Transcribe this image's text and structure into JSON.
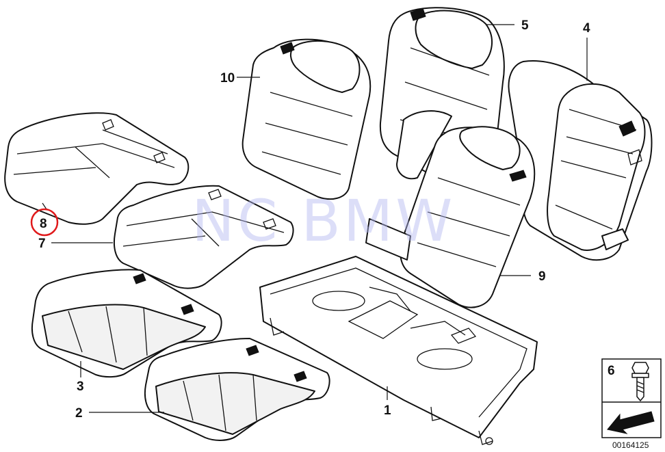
{
  "callouts": {
    "c1": "1",
    "c2": "2",
    "c3": "3",
    "c4": "4",
    "c5": "5",
    "c6": "6",
    "c7": "7",
    "c8": "8",
    "c9": "9",
    "c10": "10"
  },
  "highlighted_part": "8",
  "watermark": "NC BMW",
  "reference_number": "00164125",
  "colors": {
    "highlight_circle": "#e0191b",
    "watermark": "#b3b8f0",
    "line_art": "#111111"
  }
}
